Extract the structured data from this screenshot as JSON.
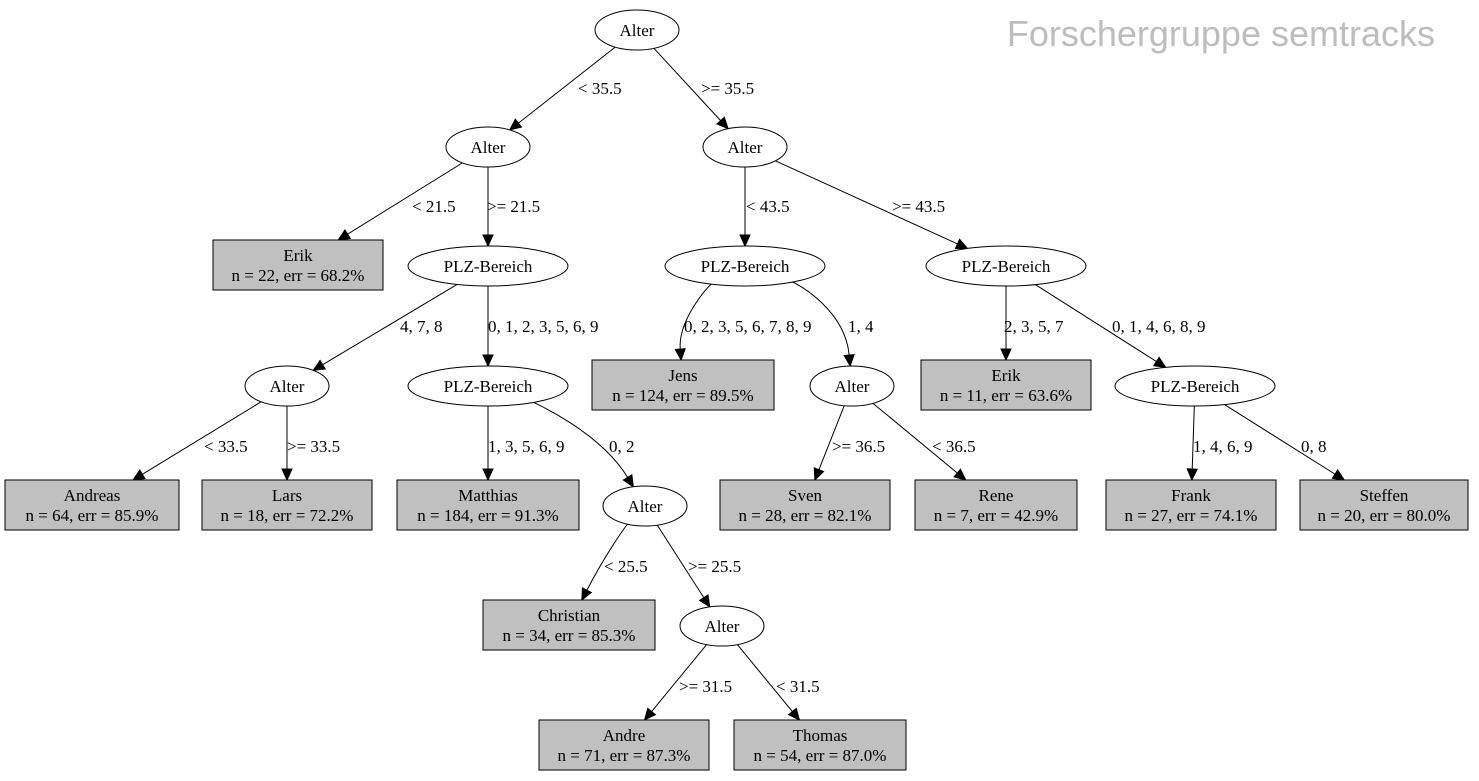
{
  "watermark": "Forschergruppe semtracks",
  "colors": {
    "leaf_fill": "#c0c0c0",
    "split_fill": "#ffffff",
    "stroke": "#000000",
    "watermark": "#bdbdbd"
  },
  "nodes": [
    {
      "id": "n1",
      "kind": "split",
      "label": "Alter"
    },
    {
      "id": "n2",
      "kind": "split",
      "label": "Alter"
    },
    {
      "id": "n3",
      "kind": "split",
      "label": "Alter"
    },
    {
      "id": "l_erik1",
      "kind": "leaf",
      "label": "Erik",
      "stat": "n = 22, err = 68.2%"
    },
    {
      "id": "n4",
      "kind": "split",
      "label": "PLZ-Bereich"
    },
    {
      "id": "n5",
      "kind": "split",
      "label": "PLZ-Bereich"
    },
    {
      "id": "n6",
      "kind": "split",
      "label": "PLZ-Bereich"
    },
    {
      "id": "n7",
      "kind": "split",
      "label": "Alter"
    },
    {
      "id": "n8",
      "kind": "split",
      "label": "PLZ-Bereich"
    },
    {
      "id": "l_jens",
      "kind": "leaf",
      "label": "Jens",
      "stat": "n = 124, err = 89.5%"
    },
    {
      "id": "n9",
      "kind": "split",
      "label": "Alter"
    },
    {
      "id": "l_erik2",
      "kind": "leaf",
      "label": "Erik",
      "stat": "n = 11, err = 63.6%"
    },
    {
      "id": "n10",
      "kind": "split",
      "label": "PLZ-Bereich"
    },
    {
      "id": "l_andreas",
      "kind": "leaf",
      "label": "Andreas",
      "stat": "n = 64, err = 85.9%"
    },
    {
      "id": "l_lars",
      "kind": "leaf",
      "label": "Lars",
      "stat": "n = 18, err = 72.2%"
    },
    {
      "id": "l_matthias",
      "kind": "leaf",
      "label": "Matthias",
      "stat": "n = 184, err = 91.3%"
    },
    {
      "id": "n11",
      "kind": "split",
      "label": "Alter"
    },
    {
      "id": "l_sven",
      "kind": "leaf",
      "label": "Sven",
      "stat": "n = 28, err = 82.1%"
    },
    {
      "id": "l_rene",
      "kind": "leaf",
      "label": "Rene",
      "stat": "n = 7, err = 42.9%"
    },
    {
      "id": "l_frank",
      "kind": "leaf",
      "label": "Frank",
      "stat": "n = 27, err = 74.1%"
    },
    {
      "id": "l_steffen",
      "kind": "leaf",
      "label": "Steffen",
      "stat": "n = 20, err = 80.0%"
    },
    {
      "id": "l_christian",
      "kind": "leaf",
      "label": "Christian",
      "stat": "n = 34, err = 85.3%"
    },
    {
      "id": "n12",
      "kind": "split",
      "label": "Alter"
    },
    {
      "id": "l_andre",
      "kind": "leaf",
      "label": "Andre",
      "stat": "n = 71, err = 87.3%"
    },
    {
      "id": "l_thomas",
      "kind": "leaf",
      "label": "Thomas",
      "stat": "n = 54, err = 87.0%"
    }
  ],
  "edges": [
    {
      "from": "n1",
      "to": "n2",
      "label": "<  35.5"
    },
    {
      "from": "n1",
      "to": "n3",
      "label": ">=  35.5"
    },
    {
      "from": "n2",
      "to": "l_erik1",
      "label": "<  21.5"
    },
    {
      "from": "n2",
      "to": "n4",
      "label": ">=  21.5"
    },
    {
      "from": "n3",
      "to": "n5",
      "label": "<  43.5"
    },
    {
      "from": "n3",
      "to": "n6",
      "label": ">=  43.5"
    },
    {
      "from": "n4",
      "to": "n7",
      "label": "4, 7, 8"
    },
    {
      "from": "n4",
      "to": "n8",
      "label": "0, 1, 2, 3, 5, 6, 9"
    },
    {
      "from": "n5",
      "to": "l_jens",
      "label": "0, 2, 3, 5, 6, 7, 8, 9"
    },
    {
      "from": "n5",
      "to": "n9",
      "label": "1, 4"
    },
    {
      "from": "n6",
      "to": "l_erik2",
      "label": "2, 3, 5, 7"
    },
    {
      "from": "n6",
      "to": "n10",
      "label": "0, 1, 4, 6, 8, 9"
    },
    {
      "from": "n7",
      "to": "l_andreas",
      "label": "<  33.5"
    },
    {
      "from": "n7",
      "to": "l_lars",
      "label": ">=  33.5"
    },
    {
      "from": "n8",
      "to": "l_matthias",
      "label": "1, 3, 5, 6, 9"
    },
    {
      "from": "n8",
      "to": "n11",
      "label": "0, 2"
    },
    {
      "from": "n9",
      "to": "l_sven",
      "label": ">=  36.5"
    },
    {
      "from": "n9",
      "to": "l_rene",
      "label": "<  36.5"
    },
    {
      "from": "n10",
      "to": "l_frank",
      "label": "1, 4, 6, 9"
    },
    {
      "from": "n10",
      "to": "l_steffen",
      "label": "0, 8"
    },
    {
      "from": "n11",
      "to": "l_christian",
      "label": "<  25.5"
    },
    {
      "from": "n11",
      "to": "n12",
      "label": ">=  25.5"
    },
    {
      "from": "n12",
      "to": "l_andre",
      "label": ">=  31.5"
    },
    {
      "from": "n12",
      "to": "l_thomas",
      "label": "<  31.5"
    }
  ]
}
